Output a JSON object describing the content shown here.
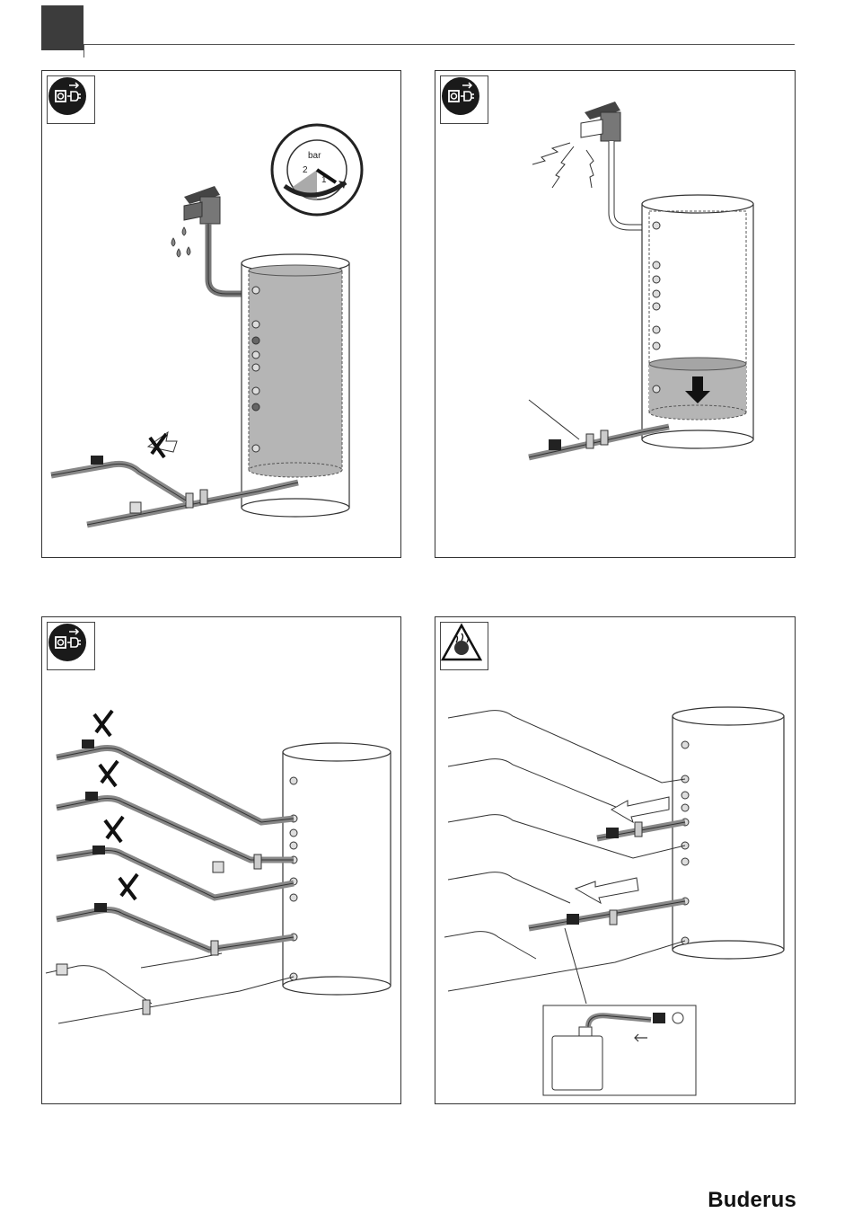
{
  "header": {
    "brand": "Buderus"
  },
  "panels": {
    "p1": {
      "gauge": {
        "unit": "bar",
        "tick_1": "1",
        "tick_2": "2"
      }
    },
    "p2": {},
    "p3": {},
    "p4": {}
  },
  "icons": {
    "p1": "power-disconnect-icon",
    "p2": "power-disconnect-icon",
    "p3": "power-disconnect-icon",
    "p4": "scald-warning-icon"
  },
  "colors": {
    "water_fill": "#b5b5b5",
    "pipe_dark": "#6b6b6b",
    "valve_black": "#222222",
    "frame": "#333333"
  }
}
